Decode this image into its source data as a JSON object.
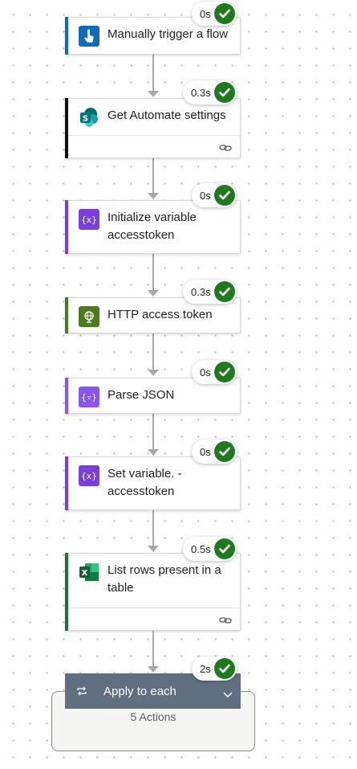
{
  "colors": {
    "trigger": "#0f6cbd",
    "sharepoint": "#036c70",
    "variable": "#7a3fd6",
    "http": "#4d7a1f",
    "parse": "#8856e8",
    "excel": "#1d6f42",
    "loop_header": "#5f6f80",
    "success": "#1f7a1f"
  },
  "steps": [
    {
      "title": "Manually trigger a flow",
      "duration": "0s",
      "icon": "hand-tap-icon"
    },
    {
      "title": "Get Automate settings",
      "duration": "0.3s",
      "icon": "sharepoint-icon",
      "footer_icon": "link-icon"
    },
    {
      "title": "Initialize variable accesstoken",
      "duration": "0s",
      "icon": "variable-icon"
    },
    {
      "title": "HTTP access token",
      "duration": "0.3s",
      "icon": "http-globe-icon"
    },
    {
      "title": "Parse JSON",
      "duration": "0s",
      "icon": "parse-json-icon"
    },
    {
      "title": "Set variable. - accesstoken",
      "duration": "0s",
      "icon": "variable-icon"
    },
    {
      "title": "List rows present in a table",
      "duration": "0.5s",
      "icon": "excel-icon",
      "footer_icon": "link-icon"
    }
  ],
  "loop": {
    "title": "Apply to each",
    "duration": "2s",
    "actions_label": "5 Actions",
    "icon": "loop-icon"
  }
}
